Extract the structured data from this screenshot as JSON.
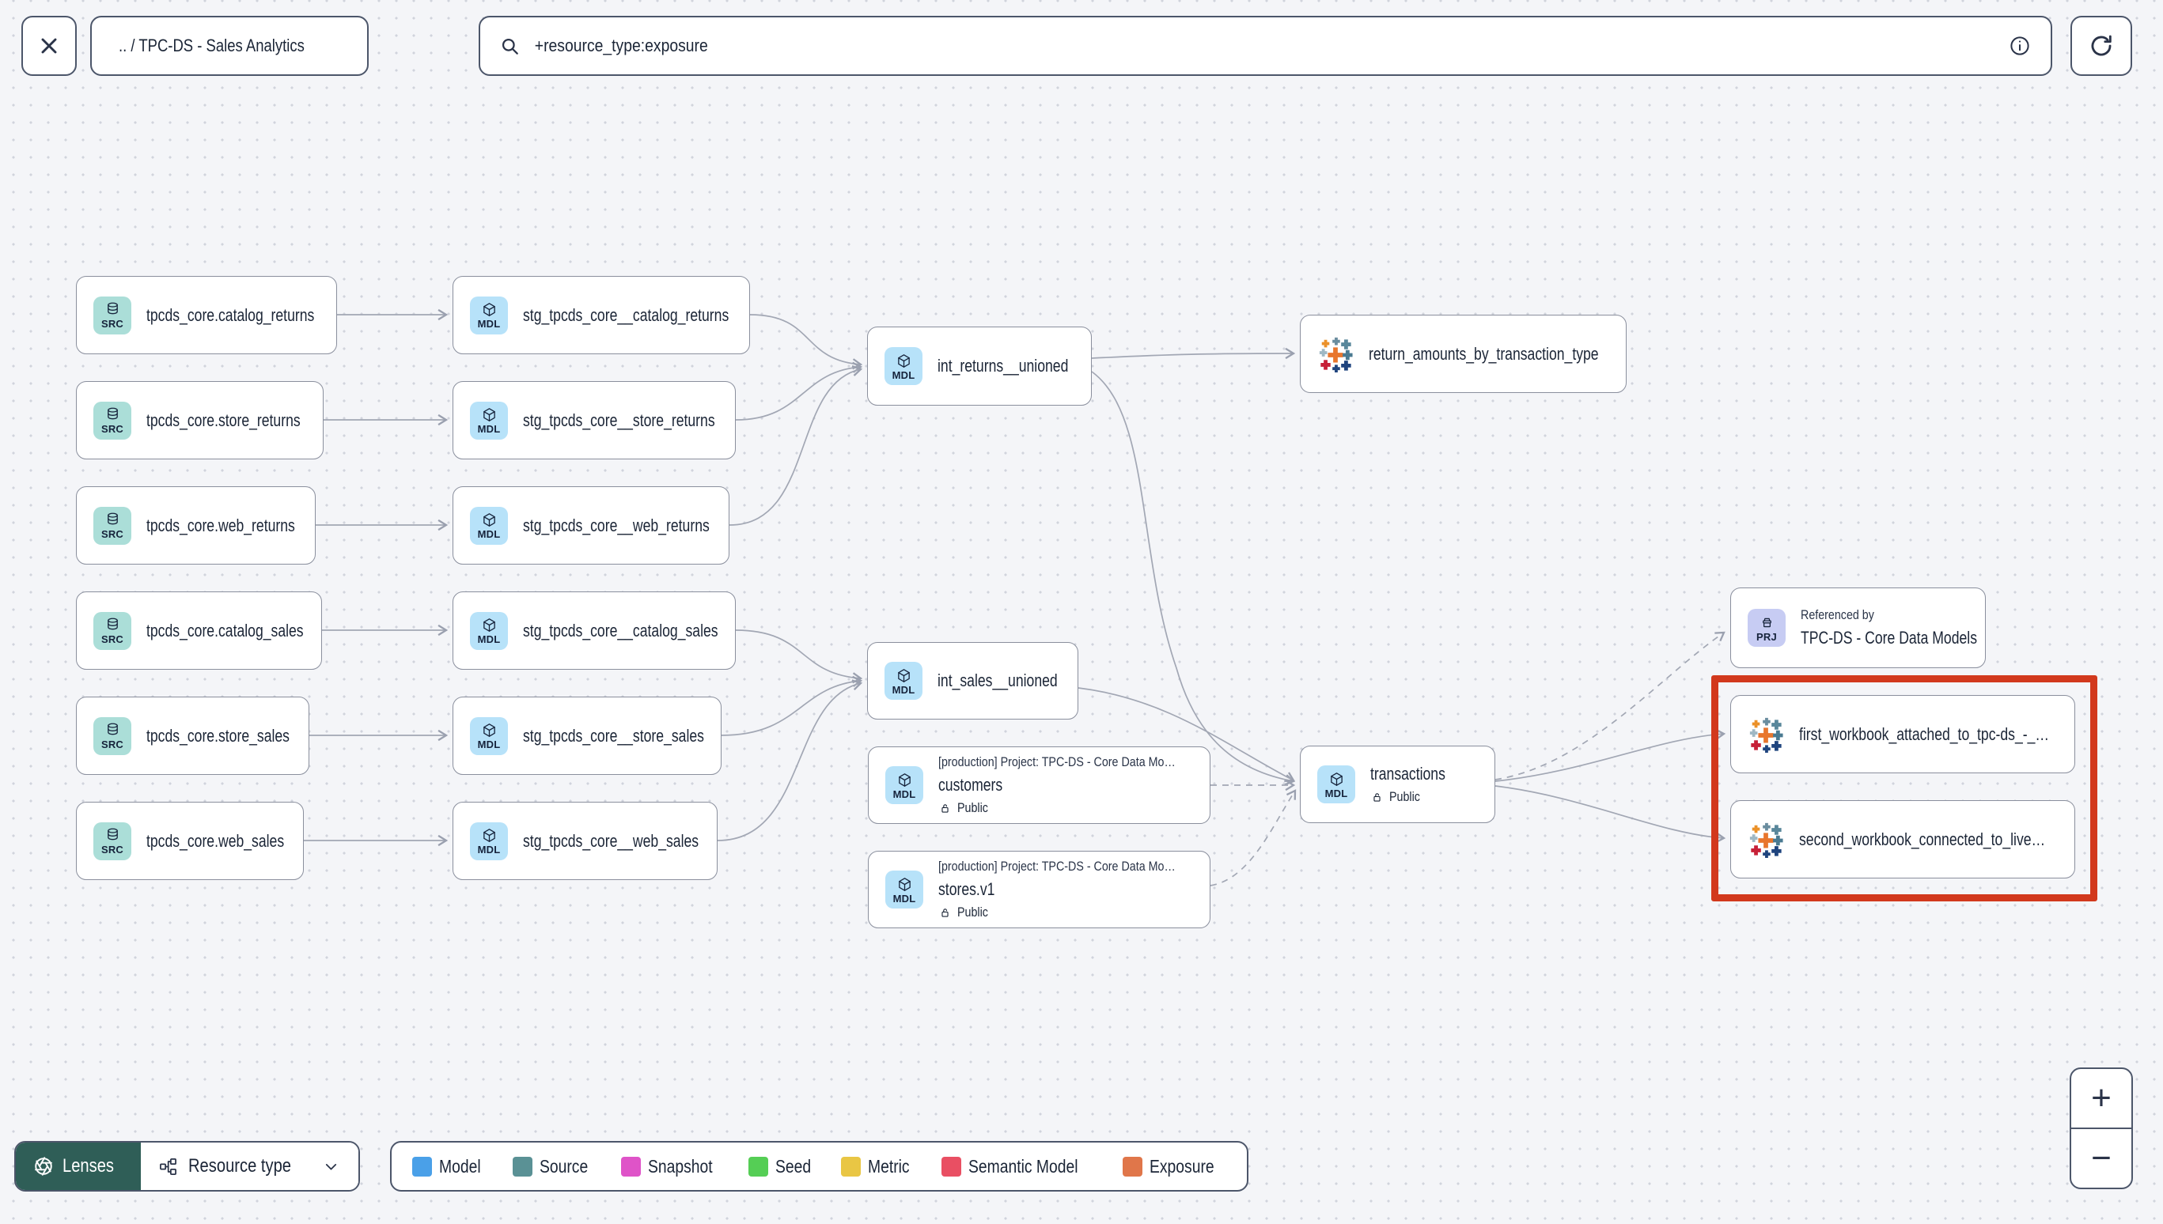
{
  "toolbar": {
    "breadcrumb": ".. / TPC-DS - Sales Analytics",
    "search_value": "+resource_type:exposure"
  },
  "badges": {
    "src": "SRC",
    "mdl": "MDL",
    "prj": "PRJ"
  },
  "canvas": {
    "highlight_color": "#D2391D"
  },
  "nodes": {
    "src_catalog_returns": {
      "title": "tpcds_core.catalog_returns"
    },
    "src_store_returns": {
      "title": "tpcds_core.store_returns"
    },
    "src_web_returns": {
      "title": "tpcds_core.web_returns"
    },
    "src_catalog_sales": {
      "title": "tpcds_core.catalog_sales"
    },
    "src_store_sales": {
      "title": "tpcds_core.store_sales"
    },
    "src_web_sales": {
      "title": "tpcds_core.web_sales"
    },
    "stg_catalog_returns": {
      "title": "stg_tpcds_core__catalog_returns"
    },
    "stg_store_returns": {
      "title": "stg_tpcds_core__store_returns"
    },
    "stg_web_returns": {
      "title": "stg_tpcds_core__web_returns"
    },
    "stg_catalog_sales": {
      "title": "stg_tpcds_core__catalog_sales"
    },
    "stg_store_sales": {
      "title": "stg_tpcds_core__store_sales"
    },
    "stg_web_sales": {
      "title": "stg_tpcds_core__web_sales"
    },
    "int_returns": {
      "title": "int_returns__unioned"
    },
    "int_sales": {
      "title": "int_sales__unioned"
    },
    "customers": {
      "project": "[production] Project: TPC-DS - Core Data Mo…",
      "title": "customers",
      "access": "Public"
    },
    "stores": {
      "project": "[production] Project: TPC-DS - Core Data Mo…",
      "title": "stores.v1",
      "access": "Public"
    },
    "transactions": {
      "title": "transactions",
      "access": "Public"
    },
    "return_amounts": {
      "title": "return_amounts_by_transaction_type"
    },
    "referenced_by": {
      "subtitle": "Referenced by",
      "title": "TPC-DS - Core Data Models"
    },
    "workbook1": {
      "title": "first_workbook_attached_to_tpc-ds_-_…"
    },
    "workbook2": {
      "title": "second_workbook_connected_to_live…"
    }
  },
  "footer": {
    "lenses_label": "Lenses",
    "resource_type_label": "Resource type",
    "legend": {
      "items": [
        {
          "label": "Model",
          "color": "#4AA0E8"
        },
        {
          "label": "Source",
          "color": "#5A9195"
        },
        {
          "label": "Snapshot",
          "color": "#DF53C8"
        },
        {
          "label": "Seed",
          "color": "#55CE55"
        },
        {
          "label": "Metric",
          "color": "#E9C644"
        },
        {
          "label": "Semantic Model",
          "color": "#E94F63"
        },
        {
          "label": "Exposure",
          "color": "#E0764A"
        }
      ]
    }
  },
  "zoom_controls": {
    "zoom_in": "+",
    "zoom_out": "−"
  }
}
